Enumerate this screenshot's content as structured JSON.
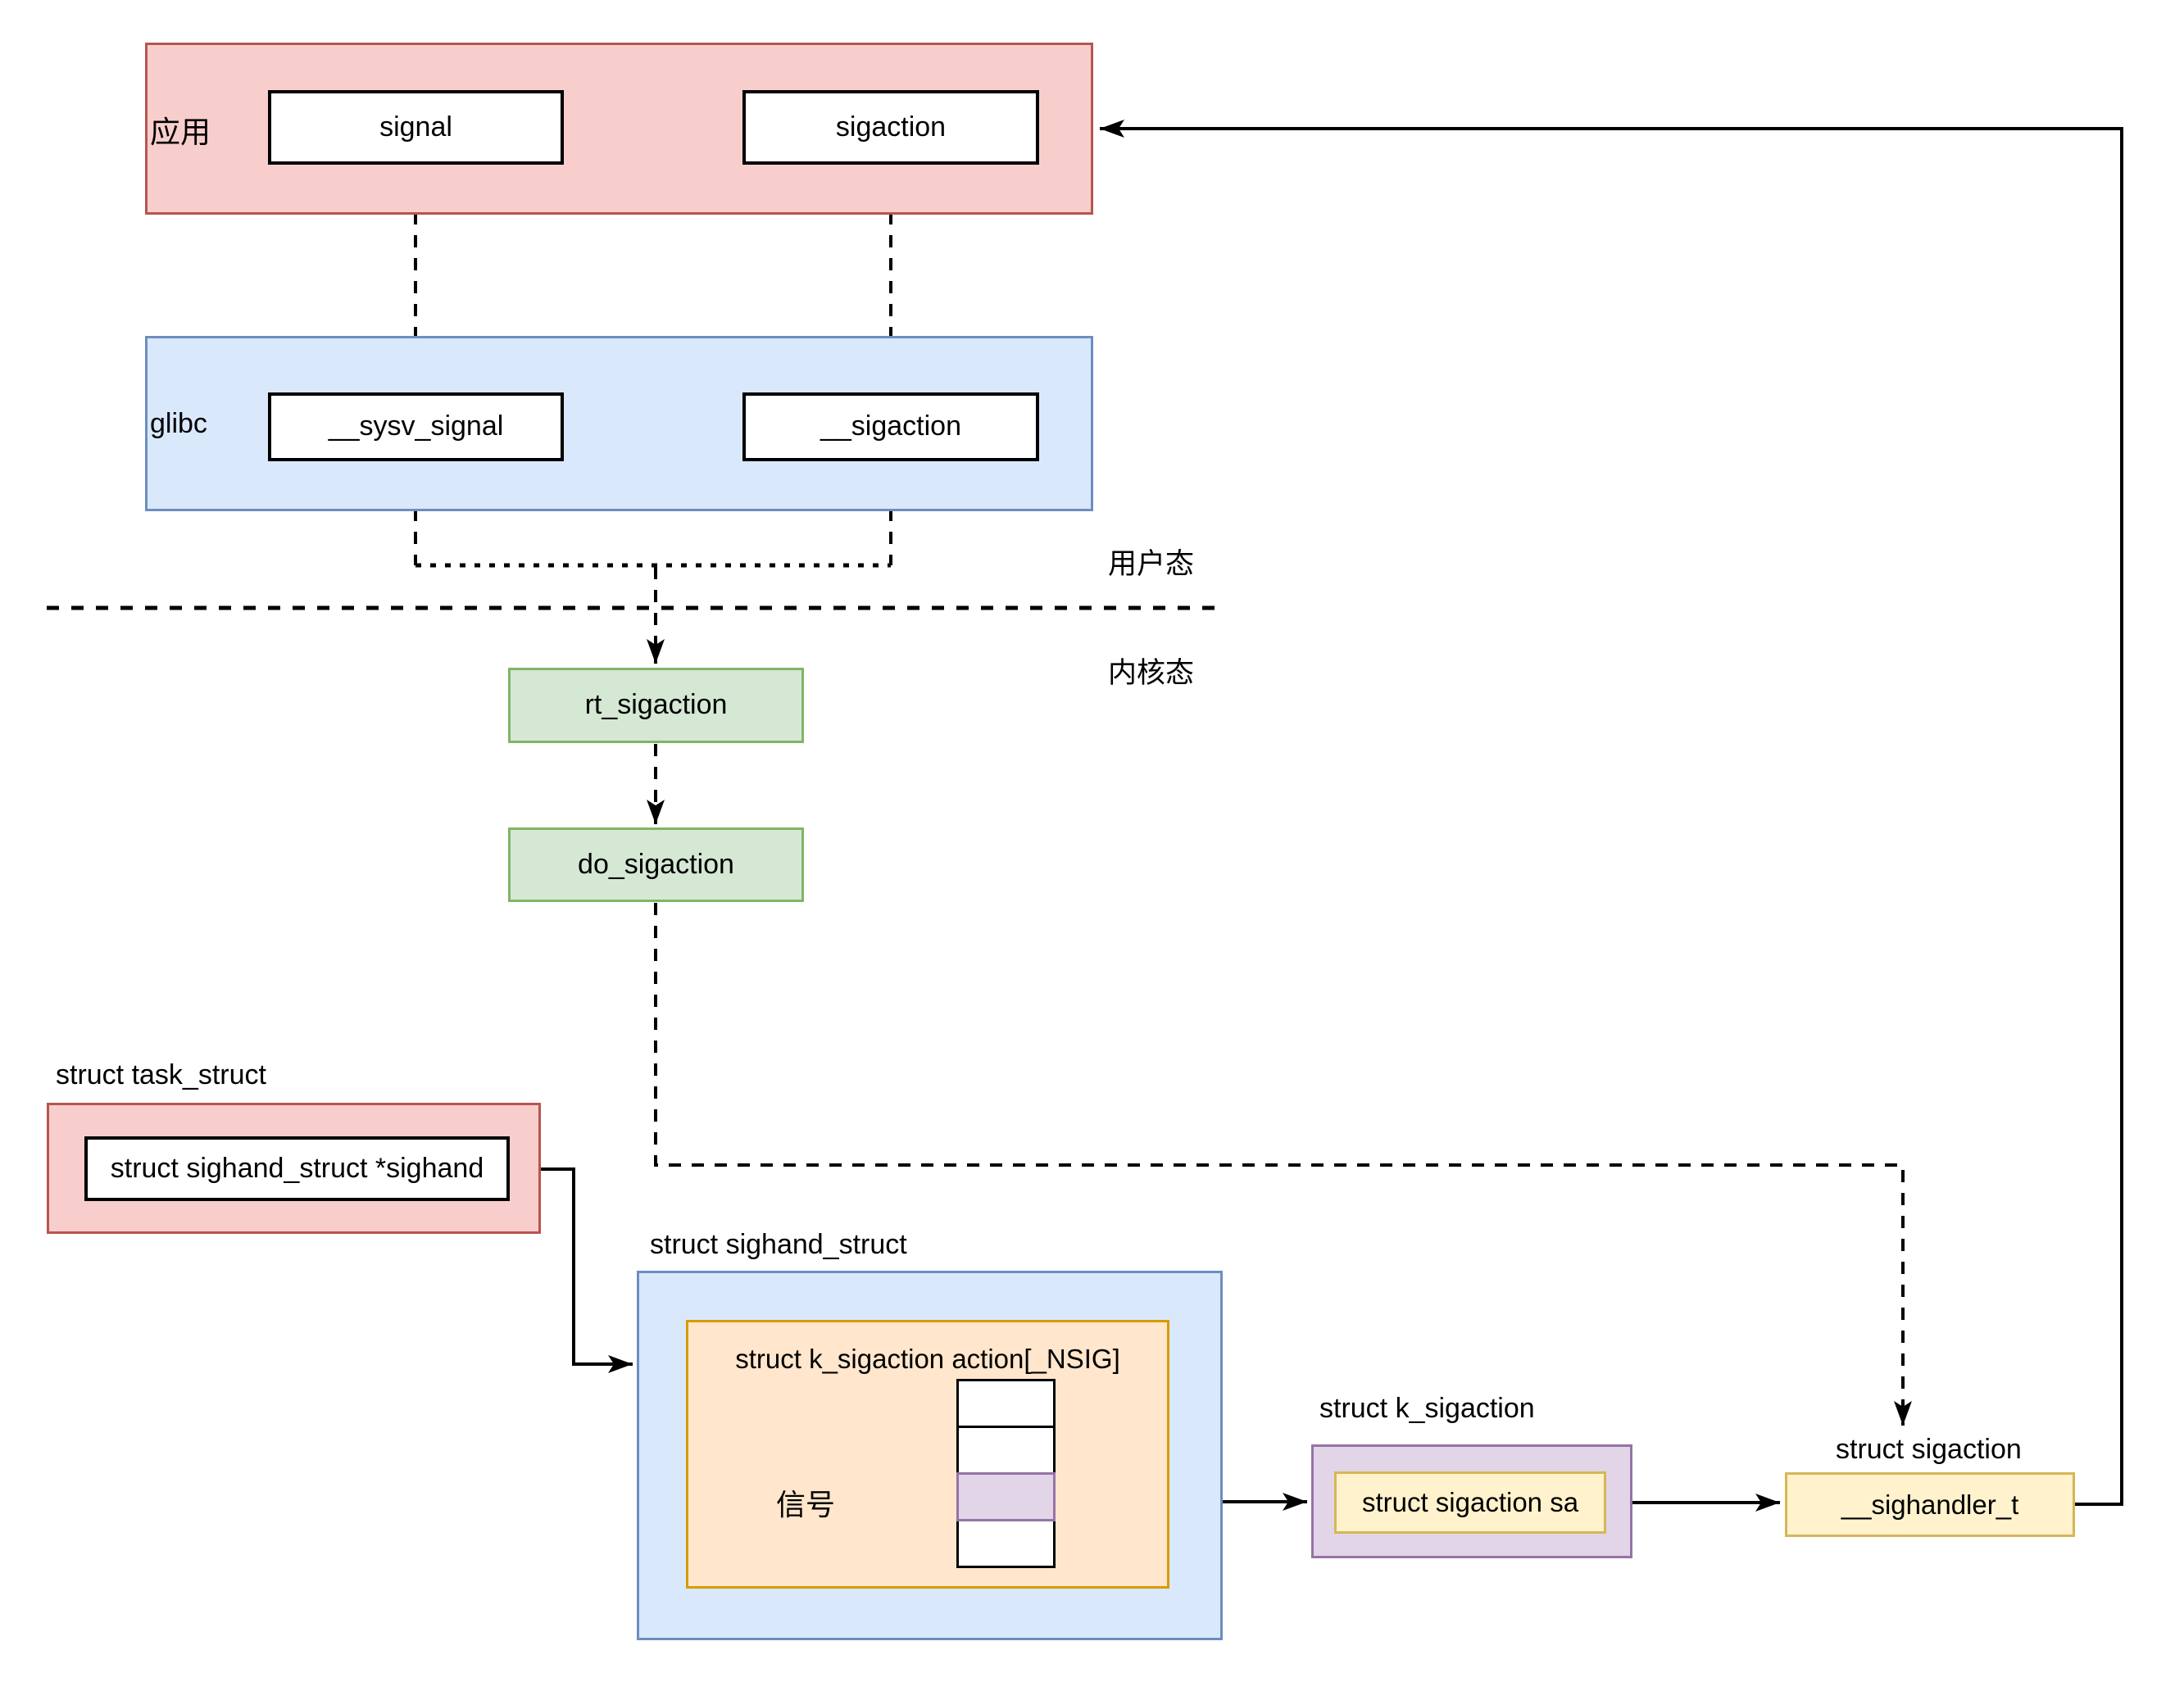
{
  "palette": {
    "red_fill": "#f8cecc",
    "red_border": "#b85450",
    "blue_fill": "#dae8fc",
    "blue_border": "#6c8ebf",
    "green_fill": "#d5e8d4",
    "green_border": "#82b366",
    "orange_fill": "#ffe6cc",
    "orange_border": "#d79b00",
    "purple_fill": "#e1d5e7",
    "purple_border": "#9673a6",
    "yellow_fill": "#fff2cc",
    "yellow_border": "#d6b656",
    "line": "#000000"
  },
  "user_space": {
    "app_container_label": "应用",
    "signal_label": "signal",
    "sigaction_label": "sigaction",
    "glibc_container_label": "glibc",
    "sysv_signal_label": "__sysv_signal",
    "glibc_sigaction_label": "__sigaction",
    "user_mode_label": "用户态"
  },
  "kernel_space": {
    "kernel_mode_label": "内核态",
    "rt_sigaction_label": "rt_sigaction",
    "do_sigaction_label": "do_sigaction"
  },
  "task_struct": {
    "title": "struct task_struct",
    "field_label": "struct sighand_struct *sighand"
  },
  "sighand_struct": {
    "title": "struct sighand_struct",
    "array_label": "struct k_sigaction action[_NSIG]",
    "signal_pointer_label": "信号",
    "array_cells": [
      {
        "highlighted": false
      },
      {
        "highlighted": false
      },
      {
        "highlighted": true
      },
      {
        "highlighted": false
      }
    ]
  },
  "k_sigaction": {
    "title": "struct k_sigaction",
    "field_label": "struct sigaction sa"
  },
  "sigaction_struct": {
    "title": "struct sigaction",
    "field_label": "__sighandler_t"
  }
}
